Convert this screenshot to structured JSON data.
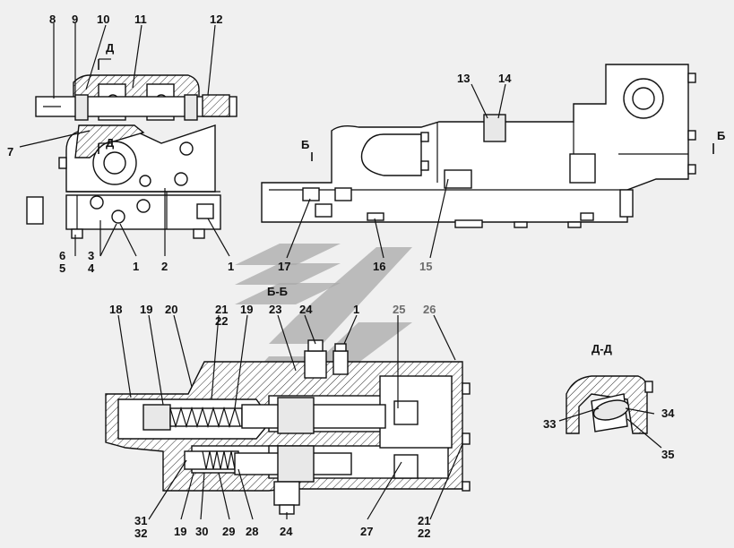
{
  "view_labels": {
    "section_bb": "Б-Б",
    "section_dd": "Д-Д",
    "cut_d_top": "Д",
    "cut_d_mid": "Д",
    "cut_b_left": "Б",
    "cut_b_right": "Б"
  },
  "callouts_top_left": [
    "8",
    "9",
    "10",
    "11",
    "12",
    "7",
    "6",
    "5",
    "3",
    "4",
    "1",
    "2",
    "1"
  ],
  "callouts_top_right": [
    "13",
    "14",
    "17",
    "16",
    "15"
  ],
  "callouts_section_top": [
    "18",
    "19",
    "20",
    "21",
    "22",
    "19",
    "23",
    "24",
    "1",
    "25",
    "26"
  ],
  "callouts_section_bottom": [
    "31",
    "32",
    "19",
    "30",
    "29",
    "28",
    "24",
    "27",
    "21",
    "22"
  ],
  "callouts_detail_dd": [
    "33",
    "34",
    "35"
  ],
  "colors": {
    "line": "#111111",
    "background": "#f0f0f0",
    "watermark": "#a9a9a9",
    "gray_label": "#6d6d6d"
  }
}
